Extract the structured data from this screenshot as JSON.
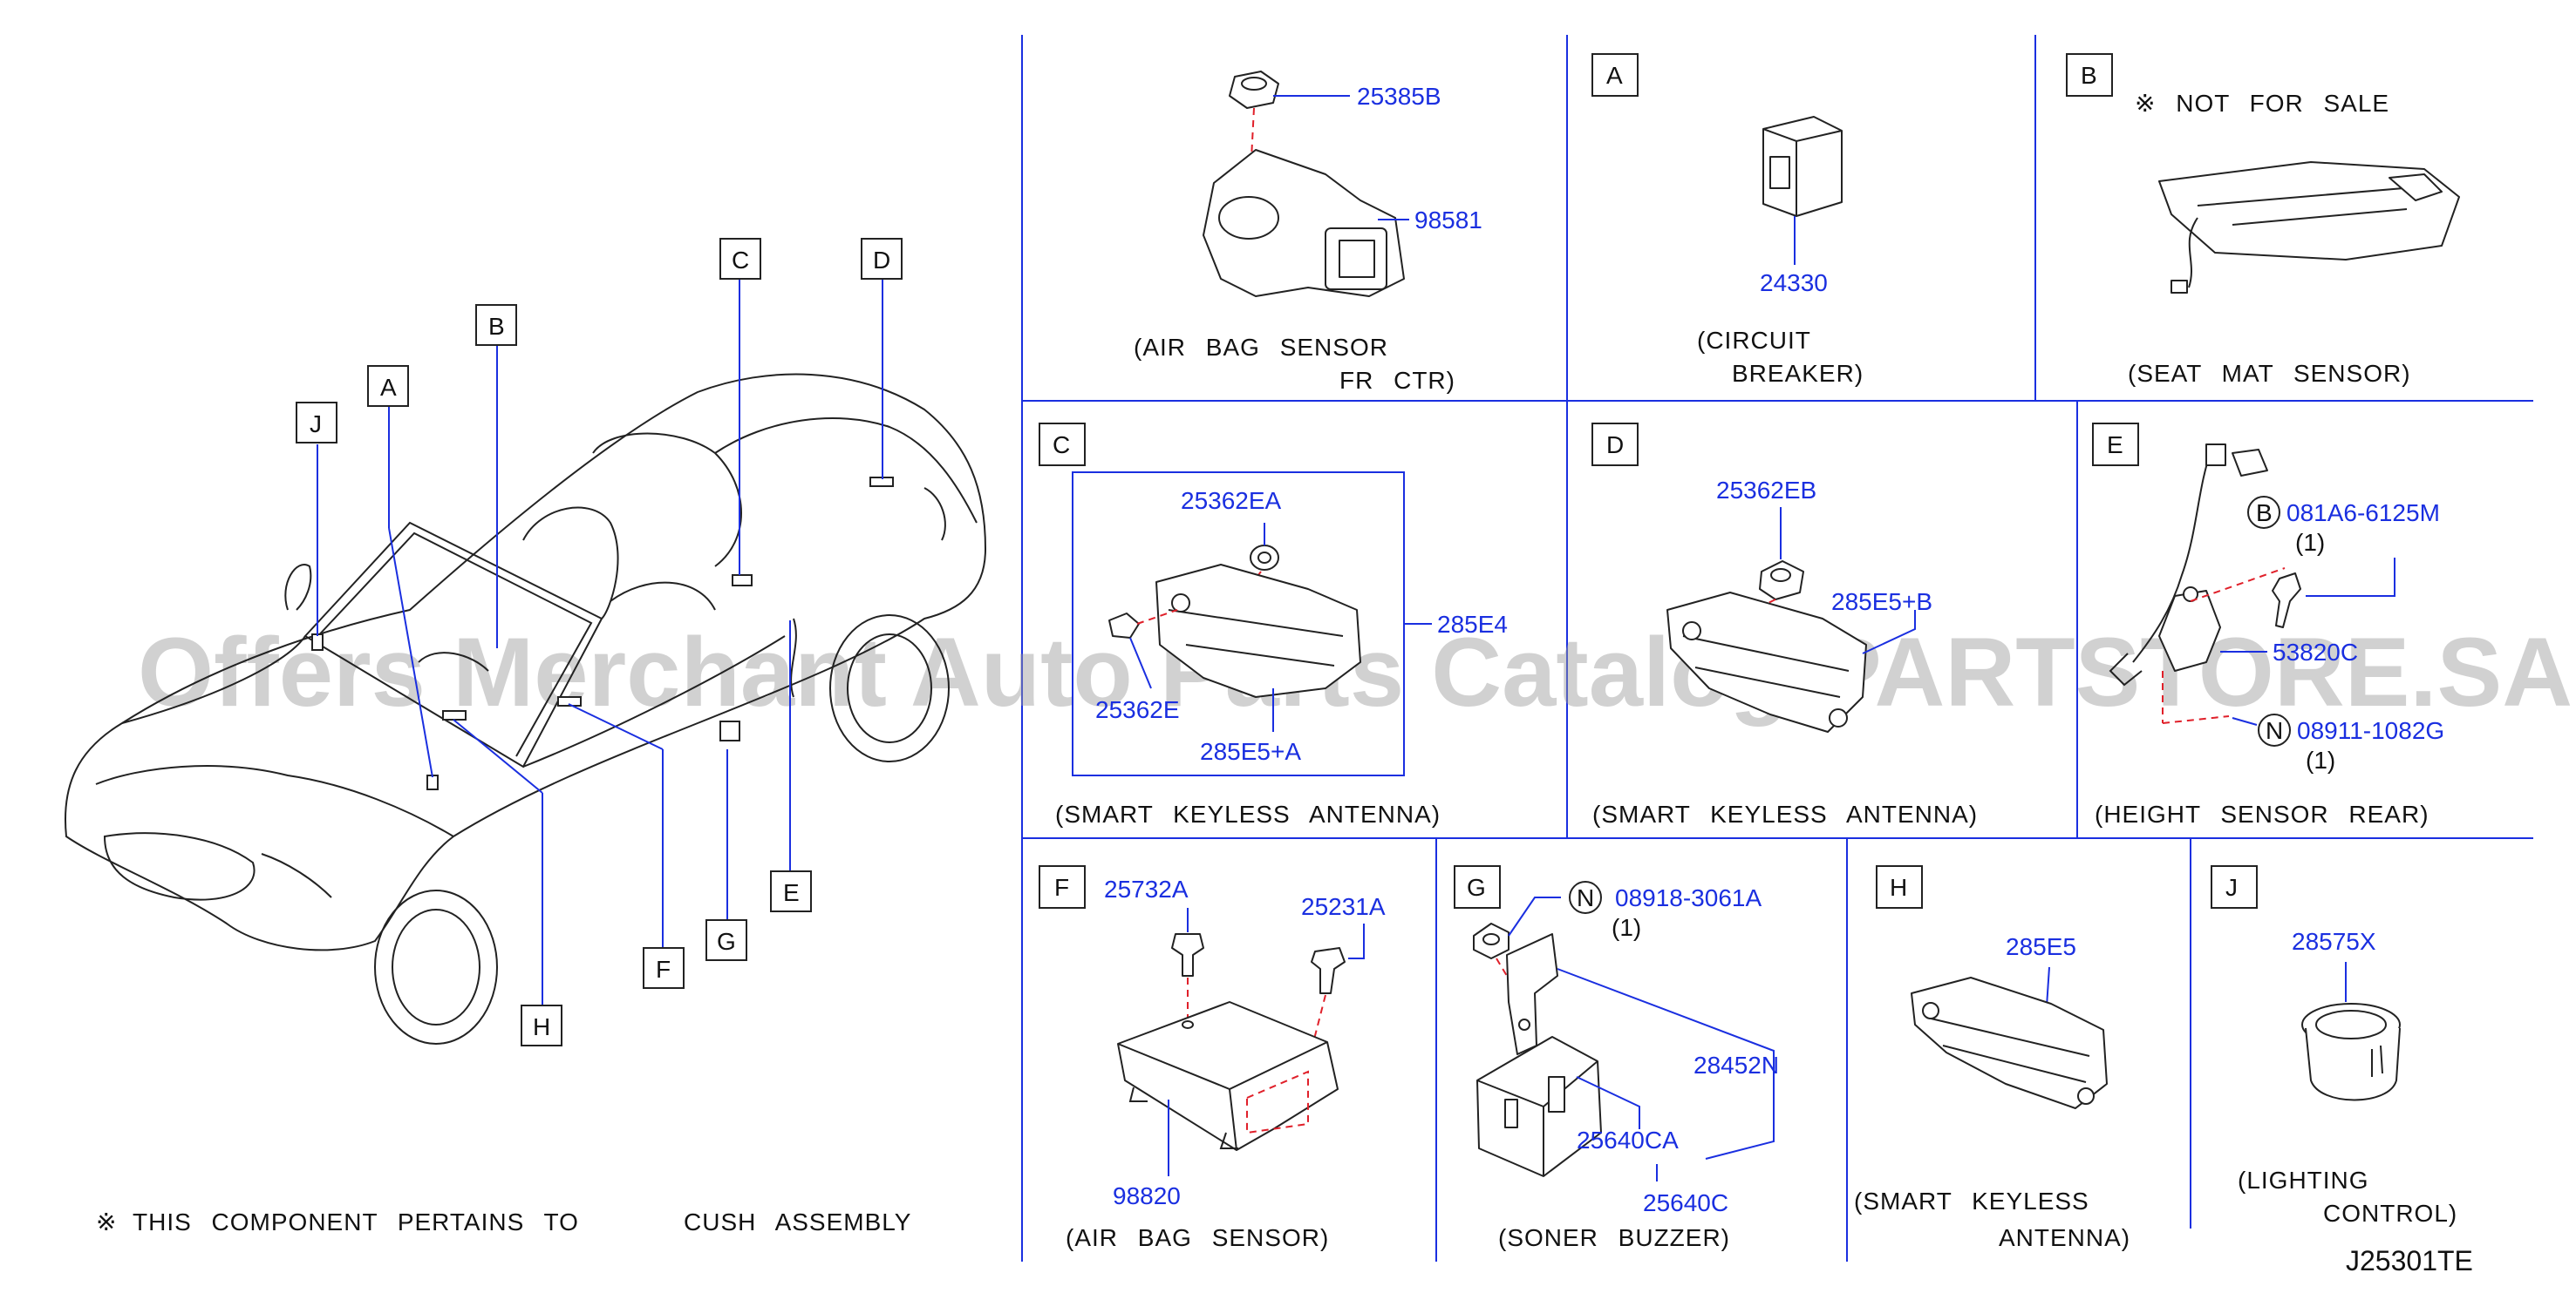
{
  "watermark": "Offers Merchant Auto Parts Catalog PARTSTORE.SA",
  "diagram_code": "J25301TE",
  "footnote": {
    "symbol": "※",
    "text": "THIS COMPONENT PERTAINS TO",
    "text2": "CUSH ASSEMBLY"
  },
  "car_labels": [
    "A",
    "B",
    "C",
    "D",
    "E",
    "F",
    "G",
    "H",
    "J"
  ],
  "panels": {
    "airbag_fr": {
      "parts": [
        "25385B",
        "98581"
      ],
      "caption1": "(AIR BAG SENSOR",
      "caption2": "FR CTR)"
    },
    "A": {
      "letter": "A",
      "parts": [
        "24330"
      ],
      "caption1": "(CIRCUIT",
      "caption2": "BREAKER)"
    },
    "B": {
      "letter": "B",
      "note": "※ NOT FOR SALE",
      "caption": "(SEAT MAT SENSOR)"
    },
    "C": {
      "letter": "C",
      "parts": [
        "25362EA",
        "285E4",
        "25362E",
        "285E5+A"
      ],
      "caption": "(SMART KEYLESS ANTENNA)"
    },
    "D": {
      "letter": "D",
      "parts": [
        "25362EB",
        "285E5+B"
      ],
      "caption": "(SMART KEYLESS ANTENNA)"
    },
    "E": {
      "letter": "E",
      "parts": [
        "081A6-6125M",
        "(1)",
        "53820C",
        "08911-1082G",
        "(1)"
      ],
      "circle_b": "B",
      "circle_n": "N",
      "caption": "(HEIGHT SENSOR REAR)"
    },
    "F": {
      "letter": "F",
      "parts": [
        "25732A",
        "25231A",
        "98820"
      ],
      "caption": "(AIR BAG SENSOR)"
    },
    "G": {
      "letter": "G",
      "parts": [
        "08918-3061A",
        "(1)",
        "28452N",
        "25640CA",
        "25640C"
      ],
      "circle_n": "N",
      "caption": "(SONER BUZZER)"
    },
    "H": {
      "letter": "H",
      "parts": [
        "285E5"
      ],
      "caption1": "(SMART KEYLESS",
      "caption2": "ANTENNA)"
    },
    "J": {
      "letter": "J",
      "parts": [
        "28575X"
      ],
      "caption1": "(LIGHTING",
      "caption2": "CONTROL)"
    }
  }
}
